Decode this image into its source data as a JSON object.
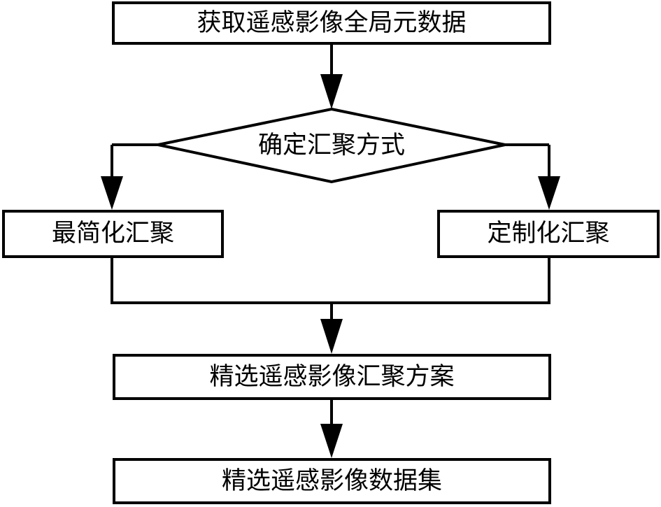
{
  "diagram": {
    "steps": {
      "get_metadata": "获取遥感影像全局元数据",
      "decide_method": "确定汇聚方式",
      "simplest": "最简化汇聚",
      "custom": "定制化汇聚",
      "plan": "精选遥感影像汇聚方案",
      "dataset": "精选遥感影像数据集"
    }
  }
}
